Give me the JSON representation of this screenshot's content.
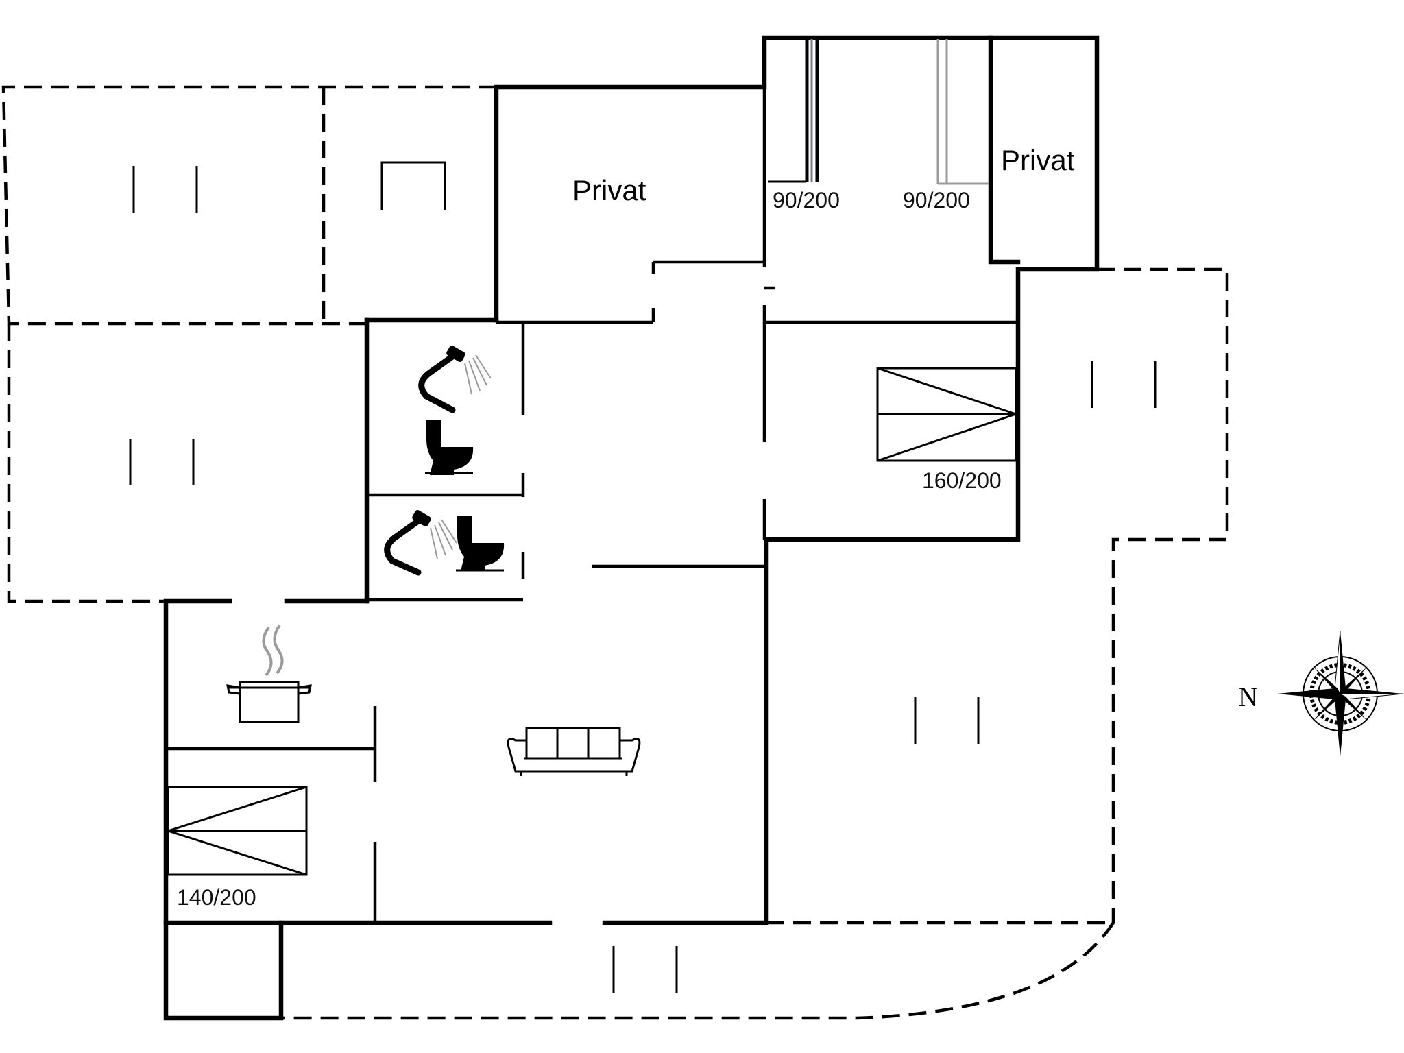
{
  "rooms": {
    "privat_left": "Privat",
    "privat_right": "Privat"
  },
  "beds": {
    "single_1": "90/200",
    "single_2": "90/200",
    "double_east": "160/200",
    "double_west": "140/200"
  },
  "compass": {
    "north_label": "N"
  },
  "icons": [
    "shower-icon",
    "toilet-icon",
    "cooking-pot-icon",
    "sofa-icon",
    "compass-rose-icon"
  ]
}
